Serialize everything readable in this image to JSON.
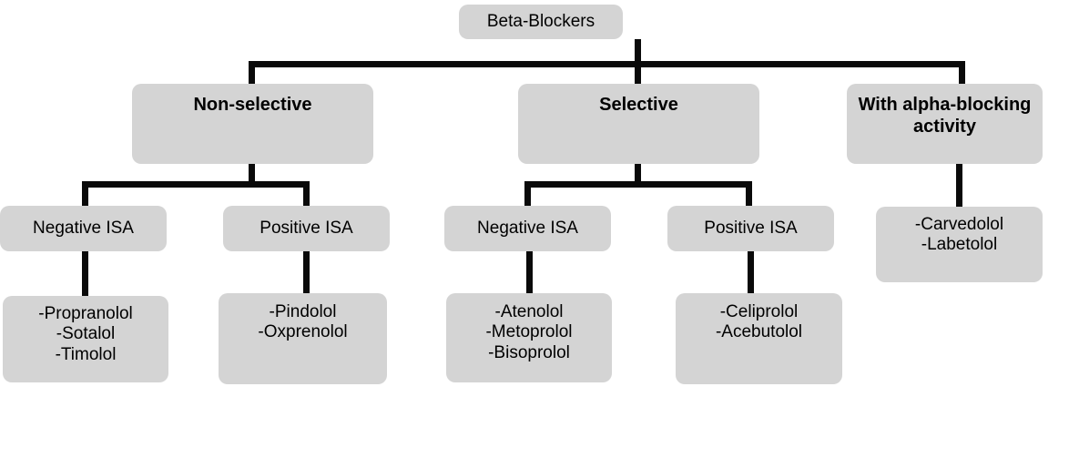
{
  "diagram": {
    "title": "Beta-Blockers classification tree",
    "box_color": "#d4d4d4",
    "line_color": "#0a0a0a",
    "background": "#ffffff",
    "root": {
      "label": "Beta-Blockers"
    },
    "categories": [
      {
        "label": "Non-selective"
      },
      {
        "label": "Selective"
      },
      {
        "label": "With alpha-blocking\nactivity"
      }
    ],
    "isa_groups": [
      {
        "label": "Negative ISA"
      },
      {
        "label": "Positive ISA"
      },
      {
        "label": "Negative ISA"
      },
      {
        "label": "Positive ISA"
      }
    ],
    "drug_lists": [
      {
        "label": "-Propranolol\n-Sotalol\n-Timolol"
      },
      {
        "label": "-Pindolol\n-Oxprenolol"
      },
      {
        "label": "-Atenolol\n-Metoprolol\n-Bisoprolol"
      },
      {
        "label": "-Celiprolol\n-Acebutolol"
      },
      {
        "label": "-Carvedolol\n-Labetolol"
      }
    ]
  }
}
